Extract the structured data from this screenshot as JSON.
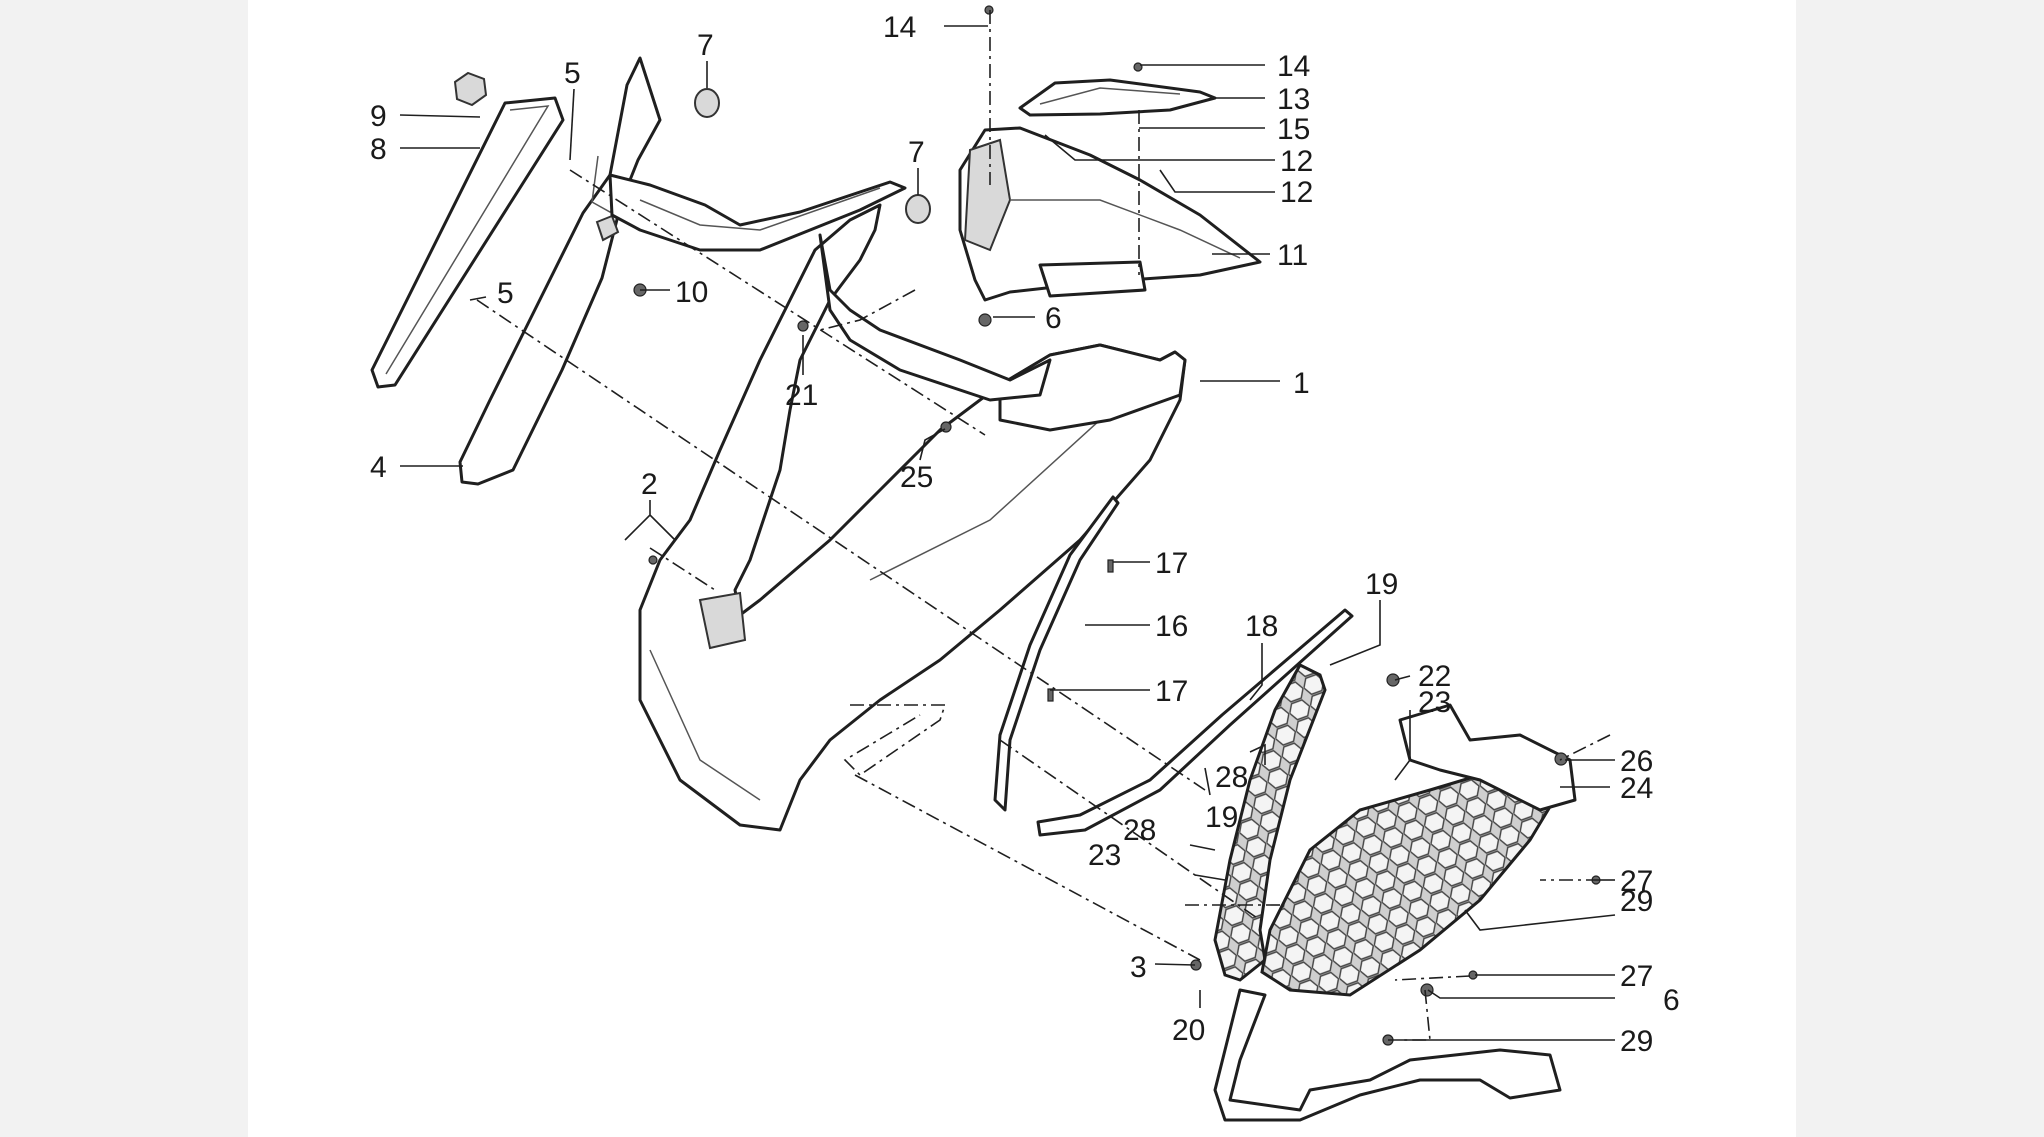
{
  "diagram": {
    "callouts": [
      {
        "label": "1"
      },
      {
        "label": "2"
      },
      {
        "label": "3"
      },
      {
        "label": "4"
      },
      {
        "label": "5"
      },
      {
        "label": "5"
      },
      {
        "label": "6"
      },
      {
        "label": "6"
      },
      {
        "label": "7"
      },
      {
        "label": "7"
      },
      {
        "label": "8"
      },
      {
        "label": "9"
      },
      {
        "label": "10"
      },
      {
        "label": "11"
      },
      {
        "label": "12"
      },
      {
        "label": "12"
      },
      {
        "label": "13"
      },
      {
        "label": "14"
      },
      {
        "label": "14"
      },
      {
        "label": "15"
      },
      {
        "label": "16"
      },
      {
        "label": "17"
      },
      {
        "label": "17"
      },
      {
        "label": "18"
      },
      {
        "label": "19"
      },
      {
        "label": "19"
      },
      {
        "label": "20"
      },
      {
        "label": "21"
      },
      {
        "label": "22"
      },
      {
        "label": "23"
      },
      {
        "label": "23"
      },
      {
        "label": "24"
      },
      {
        "label": "25"
      },
      {
        "label": "26"
      },
      {
        "label": "27"
      },
      {
        "label": "27"
      },
      {
        "label": "28"
      },
      {
        "label": "28"
      },
      {
        "label": "29"
      },
      {
        "label": "29"
      }
    ]
  },
  "colors": {
    "line": "#1f1f1f",
    "background": "#ffffff",
    "frame": "#f2f2f2"
  }
}
